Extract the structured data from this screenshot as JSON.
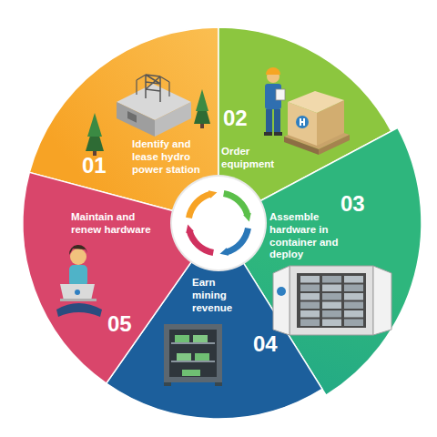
{
  "diagram": {
    "nodes": [
      {
        "text": [
          "01",
          "Identify and lease hydro power station"
        ]
      },
      {
        "text": [
          "02",
          "Order equipment"
        ]
      },
      {
        "text": [
          "03",
          "Assemble hardware in container and deploy"
        ]
      },
      {
        "text": [
          "04",
          "Earn mining revenue"
        ]
      },
      {
        "text": [
          "05",
          "Maintain and renew hardware"
        ]
      }
    ]
  }
}
